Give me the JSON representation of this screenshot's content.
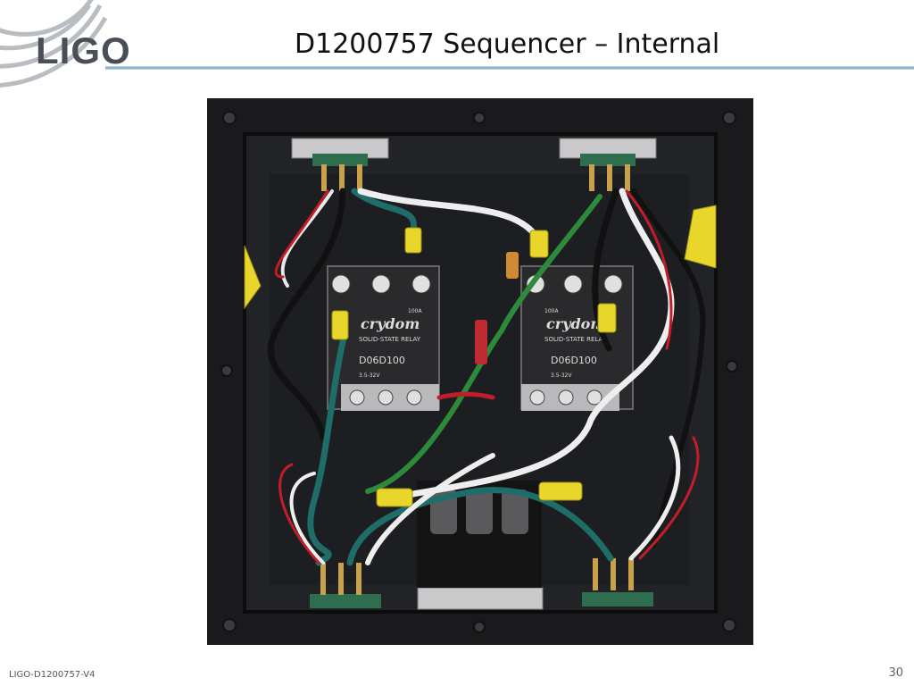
{
  "logo": {
    "text": "LIGO"
  },
  "slide": {
    "title": "D1200757 Sequencer – Internal",
    "footer_doc_id": "LIGO-D1200757-V4",
    "page_number": "30"
  },
  "photo": {
    "relay_brand": "crydom",
    "relay_model": "D06D100",
    "relay_subtitle": "SOLID-STATE RELAY",
    "relay_output": "100A",
    "relay_input": "3.5-32V"
  },
  "colors": {
    "accent_rule": "#7fa8c4",
    "logo_gray": "#4a4f57",
    "enclosure": "#1a1a1c"
  }
}
